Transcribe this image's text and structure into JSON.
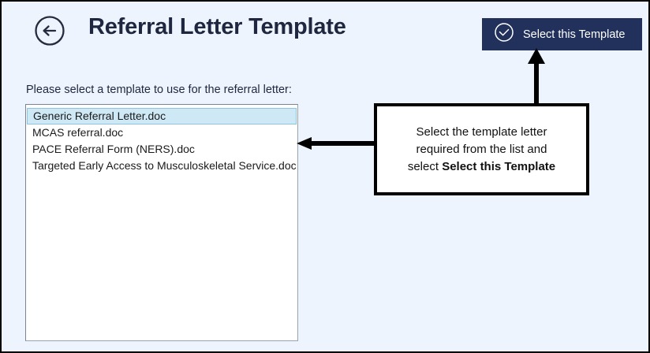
{
  "page": {
    "title": "Referral Letter Template",
    "background_color": "#edf4fd",
    "border_color": "#000000"
  },
  "header": {
    "back_icon": "circle-arrow-left-icon",
    "title": "Referral Letter Template",
    "title_color": "#1f2740"
  },
  "toolbar": {
    "select_template": {
      "label": "Select this Template",
      "icon": "check-circle-icon",
      "background_color": "#21315c",
      "text_color": "#ffffff"
    }
  },
  "main": {
    "instruction": "Please select a template to use for the referral letter:",
    "listbox": {
      "selected_index": 0,
      "selected_background_color": "#cfe8f5",
      "items": [
        {
          "label": "Generic Referral Letter.doc",
          "selected": true
        },
        {
          "label": "MCAS referral.doc",
          "selected": false
        },
        {
          "label": "PACE Referral Form (NERS).doc",
          "selected": false
        },
        {
          "label": "Targeted Early Access to Musculoskeletal Service.doc",
          "selected": false
        }
      ]
    }
  },
  "annotation": {
    "callout": {
      "line1": "Select the template letter",
      "line2": "required from the list and",
      "line3_prefix": "select ",
      "line3_bold": "Select this Template",
      "border_color": "#000000",
      "background_color": "#ffffff"
    },
    "arrows": [
      {
        "name": "arrow-pointing-to-list",
        "direction": "left"
      },
      {
        "name": "arrow-pointing-to-select-button",
        "direction": "up"
      }
    ]
  }
}
